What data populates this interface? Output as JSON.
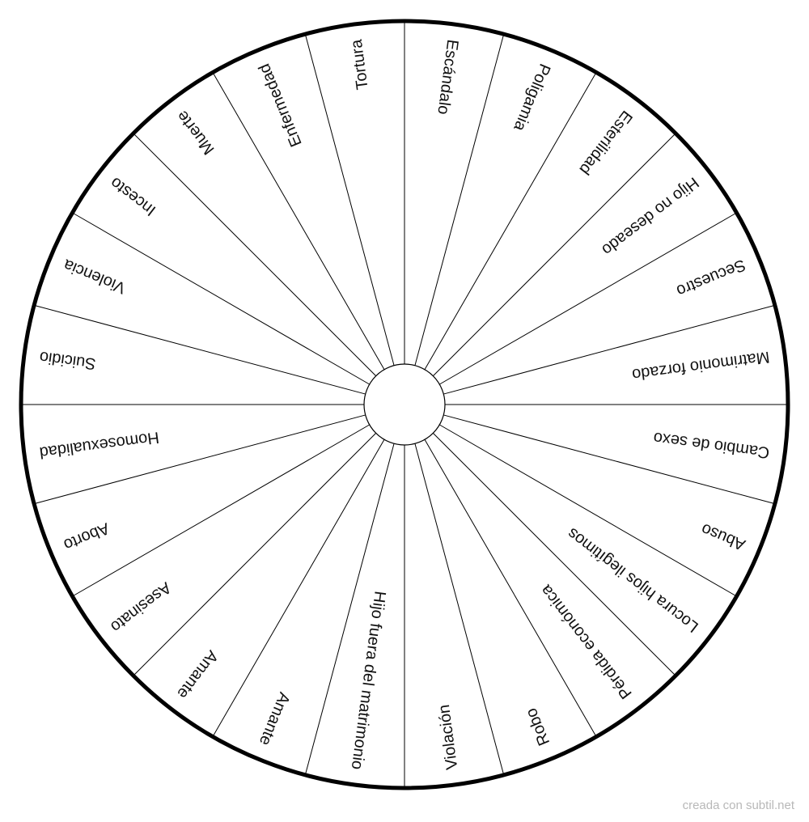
{
  "wheel": {
    "segments": [
      "Escándalo",
      "Poligamia",
      "Esterilidad",
      "Hijo no deseado",
      "Secuestro",
      "Matrimonio forzado",
      "Cambio de sexo",
      "Abuso",
      "Locura hijos ilegítimos",
      "Pérdida económica",
      "Robo",
      "Violación",
      "Hijo fuera del matrimonio",
      "Amante",
      "Amante",
      "Asesinato",
      "Aborto",
      "Homosexualidad",
      "Suicidio",
      "Violencia",
      "Incesto",
      "Muerte",
      "Enfermedad",
      "Tortura"
    ]
  },
  "footer": {
    "credit": "creada con subtil.net"
  },
  "colors": {
    "stroke": "#000000",
    "text": "#111111",
    "credit": "#b8b8b8",
    "background": "#ffffff"
  }
}
